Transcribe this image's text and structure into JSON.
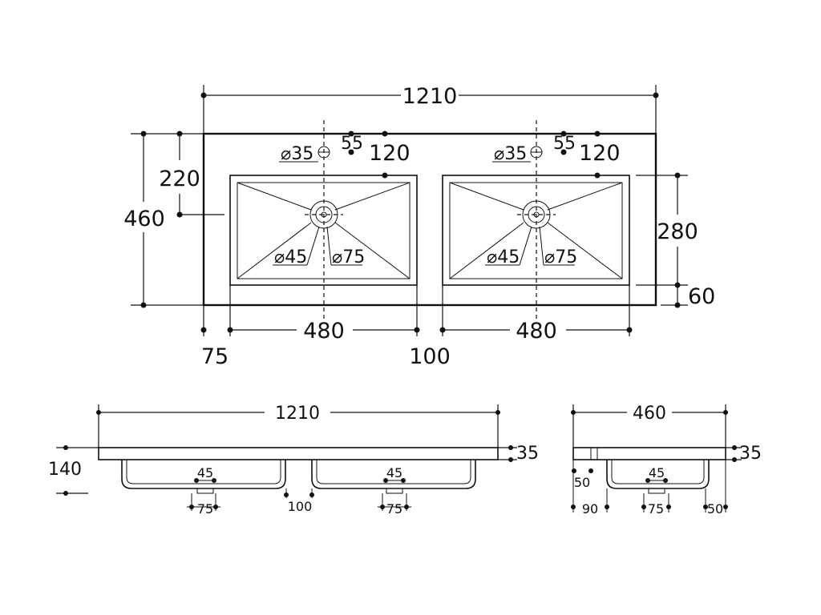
{
  "colors": {
    "line": "#111111",
    "background": "#ffffff"
  },
  "top_view": {
    "overall_width": "1210",
    "overall_depth": "460",
    "tap_hole_dia_left": "⌀35",
    "tap_hole_dia_right": "⌀35",
    "tap_offset_left": "55",
    "tap_offset_right": "55",
    "tap_depth_left": "120",
    "tap_depth_right": "120",
    "front_to_drain": "220",
    "bowl_depth": "280",
    "front_margin": "60",
    "bowl_width_left": "480",
    "bowl_width_right": "480",
    "side_margin": "75",
    "bowl_gap": "100",
    "drain_dia_left": "⌀45",
    "outlet_dia_left": "⌀75",
    "drain_dia_right": "⌀45",
    "outlet_dia_right": "⌀75"
  },
  "front_view": {
    "overall_width": "1210",
    "total_height": "140",
    "top_thickness": "35",
    "drain_left": "45",
    "outlet_left": "75",
    "drain_right": "45",
    "outlet_right": "75",
    "bowl_gap": "100"
  },
  "side_view": {
    "overall_depth": "460",
    "top_thickness": "35",
    "back_lip": "50",
    "back_offset": "90",
    "drain": "45",
    "outlet": "75",
    "front_offset": "50"
  }
}
